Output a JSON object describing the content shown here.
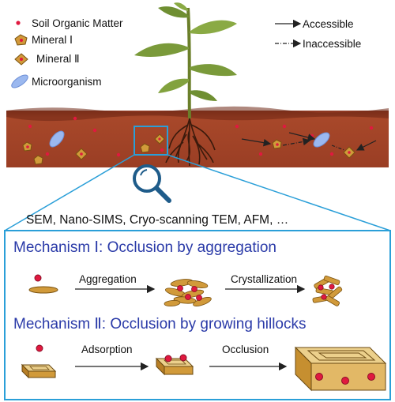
{
  "legend": {
    "items": [
      {
        "label": "Soil Organic Matter",
        "icon": "soil-organic-matter-dot"
      },
      {
        "label": "Mineral Ⅰ",
        "icon": "mineral-one-icon"
      },
      {
        "label": "Mineral Ⅱ",
        "icon": "mineral-two-icon"
      },
      {
        "label": "Microorganism",
        "icon": "microorganism-icon"
      }
    ],
    "arrows": {
      "accessible": "Accessible",
      "inaccessible": "Inaccessible"
    }
  },
  "techniques": "SEM, Nano-SIMS, Cryo-scanning TEM, AFM, …",
  "mechanism1": {
    "title": "Mechanism Ⅰ: Occlusion by aggregation",
    "step1": "Aggregation",
    "step2": "Crystallization"
  },
  "mechanism2": {
    "title": "Mechanism Ⅱ: Occlusion by growing hillocks",
    "step1": "Adsorption",
    "step2": "Occlusion"
  },
  "colors": {
    "accent_blue": "#2a9fd8",
    "mechanism_text": "#2a3aa8",
    "soil_dark": "#7a2a18",
    "soil_mid": "#a84a2c",
    "organic_matter": "#e0193f",
    "mineral": "#d19a3a",
    "microorganism": "#9bb8ef"
  }
}
